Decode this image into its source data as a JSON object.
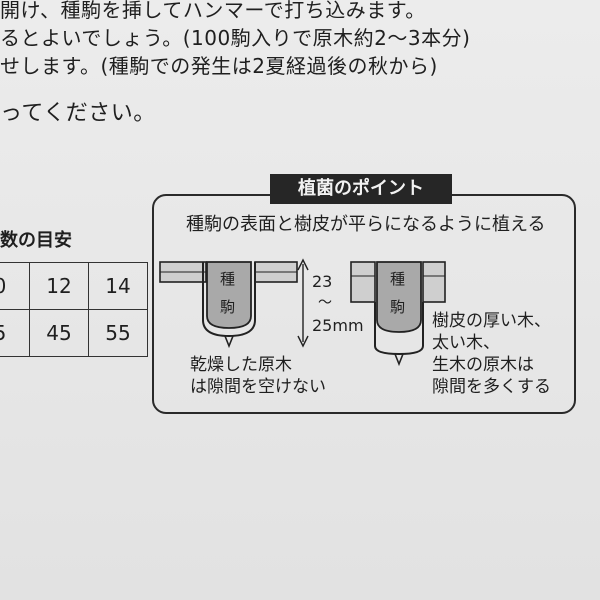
{
  "text_lines": [
    "開け、種駒を挿してハンマーで打ち込みます。",
    "るとよいでしょう。(100駒入りで原木約2〜3本分)",
    "せします。(種駒での発生は2夏経過後の秋から)",
    "ってください。"
  ],
  "table": {
    "title": "数の目安",
    "rows": [
      [
        "0",
        "12",
        "14"
      ],
      [
        "5",
        "45",
        "55"
      ]
    ]
  },
  "tip_box": {
    "title": "植菌のポイント",
    "heading": "種駒の表面と樹皮が平らになるように植える",
    "spawn_char_1": "種",
    "spawn_char_2": "駒",
    "dim_min": "23",
    "dim_tilde": "〜",
    "dim_max": "25mm",
    "caption_left": [
      "乾燥した原木",
      "は隙間を空けない"
    ],
    "caption_right": [
      "樹皮の厚い木、",
      "太い木、",
      "生木の原木は",
      "隙間を多くする"
    ]
  }
}
